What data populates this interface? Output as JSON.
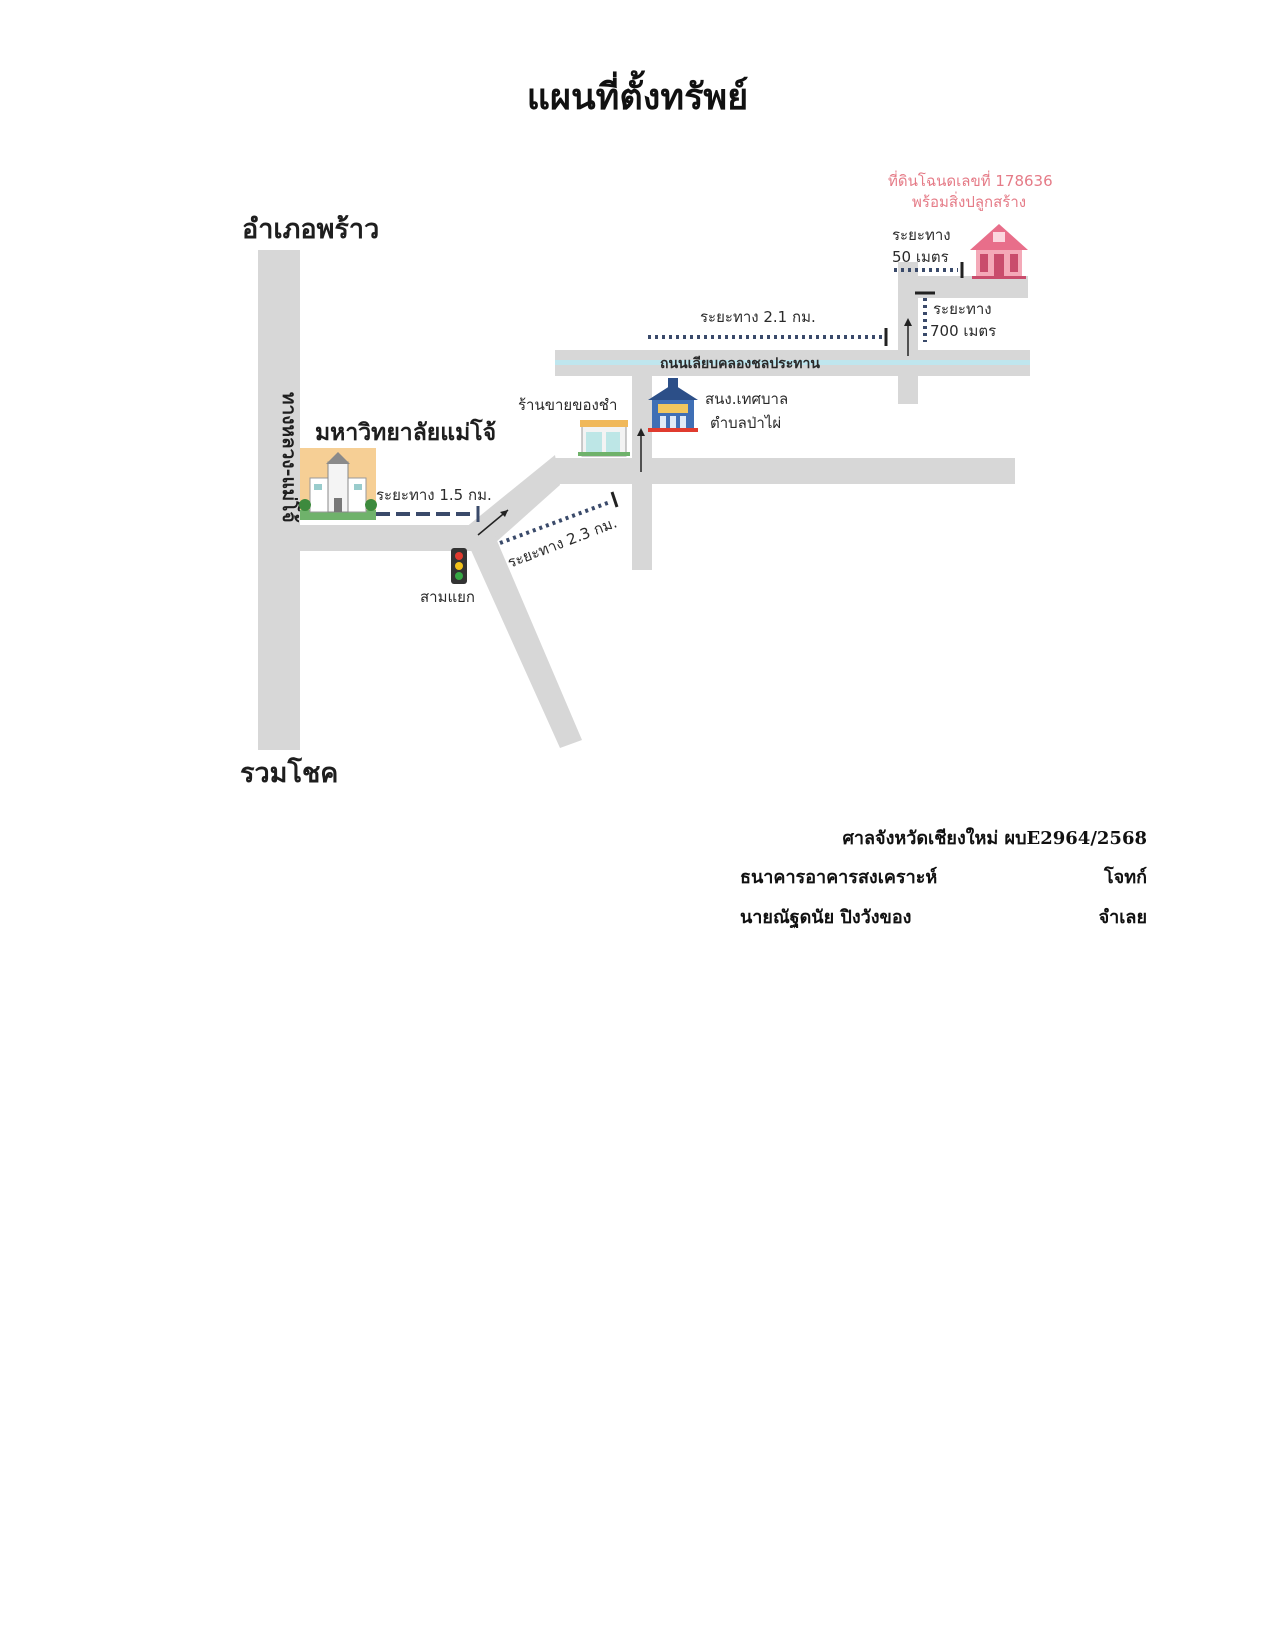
{
  "title": "แผนที่ตั้งทรัพย์",
  "map": {
    "places": {
      "north": "อำเภอพร้าว",
      "south": "รวมโชค",
      "highway": "ทางหลวง-แม่โจ้",
      "university": "มหาวิทยาลัยแม่โจ้",
      "intersection": "สามแยก",
      "shop": "ร้านขายของชำ",
      "office_line1": "สนง.เทศบาล",
      "office_line2": "ตำบลป่าไผ่",
      "canal_road": "ถนนเลียบคลองชลประทาน",
      "property_line1": "ที่ดินโฉนดเลขที่ 178636",
      "property_line2": "พร้อมสิ่งปลูกสร้าง"
    },
    "distances": {
      "d1": "ระยะทาง 1.5 กม.",
      "d2": "ระยะทาง 2.3 กม.",
      "d3": "ระยะทาง 2.1 กม.",
      "d4_line1": "ระยะทาง",
      "d4_line2": "700 เมตร",
      "d5_line1": "ระยะทาง",
      "d5_line2": "50 เมตร"
    }
  },
  "case_info": {
    "court_case": "ศาลจังหวัดเชียงใหม่ ผบE2964/2568",
    "plaintiff_name": "ธนาคารอาคารสงเคราะห์",
    "plaintiff_role": "โจทก์",
    "defendant_name": "นายณัฐดนัย ปิงวังของ",
    "defendant_role": "จำเลย"
  },
  "colors": {
    "road": "#d7d7d7",
    "canal": "#bfe6ee",
    "property_text": "#e57b87",
    "dash": "#3a4a6a"
  },
  "icons": [
    "school-icon",
    "traffic-light-icon",
    "shop-icon",
    "office-icon",
    "house-icon"
  ]
}
